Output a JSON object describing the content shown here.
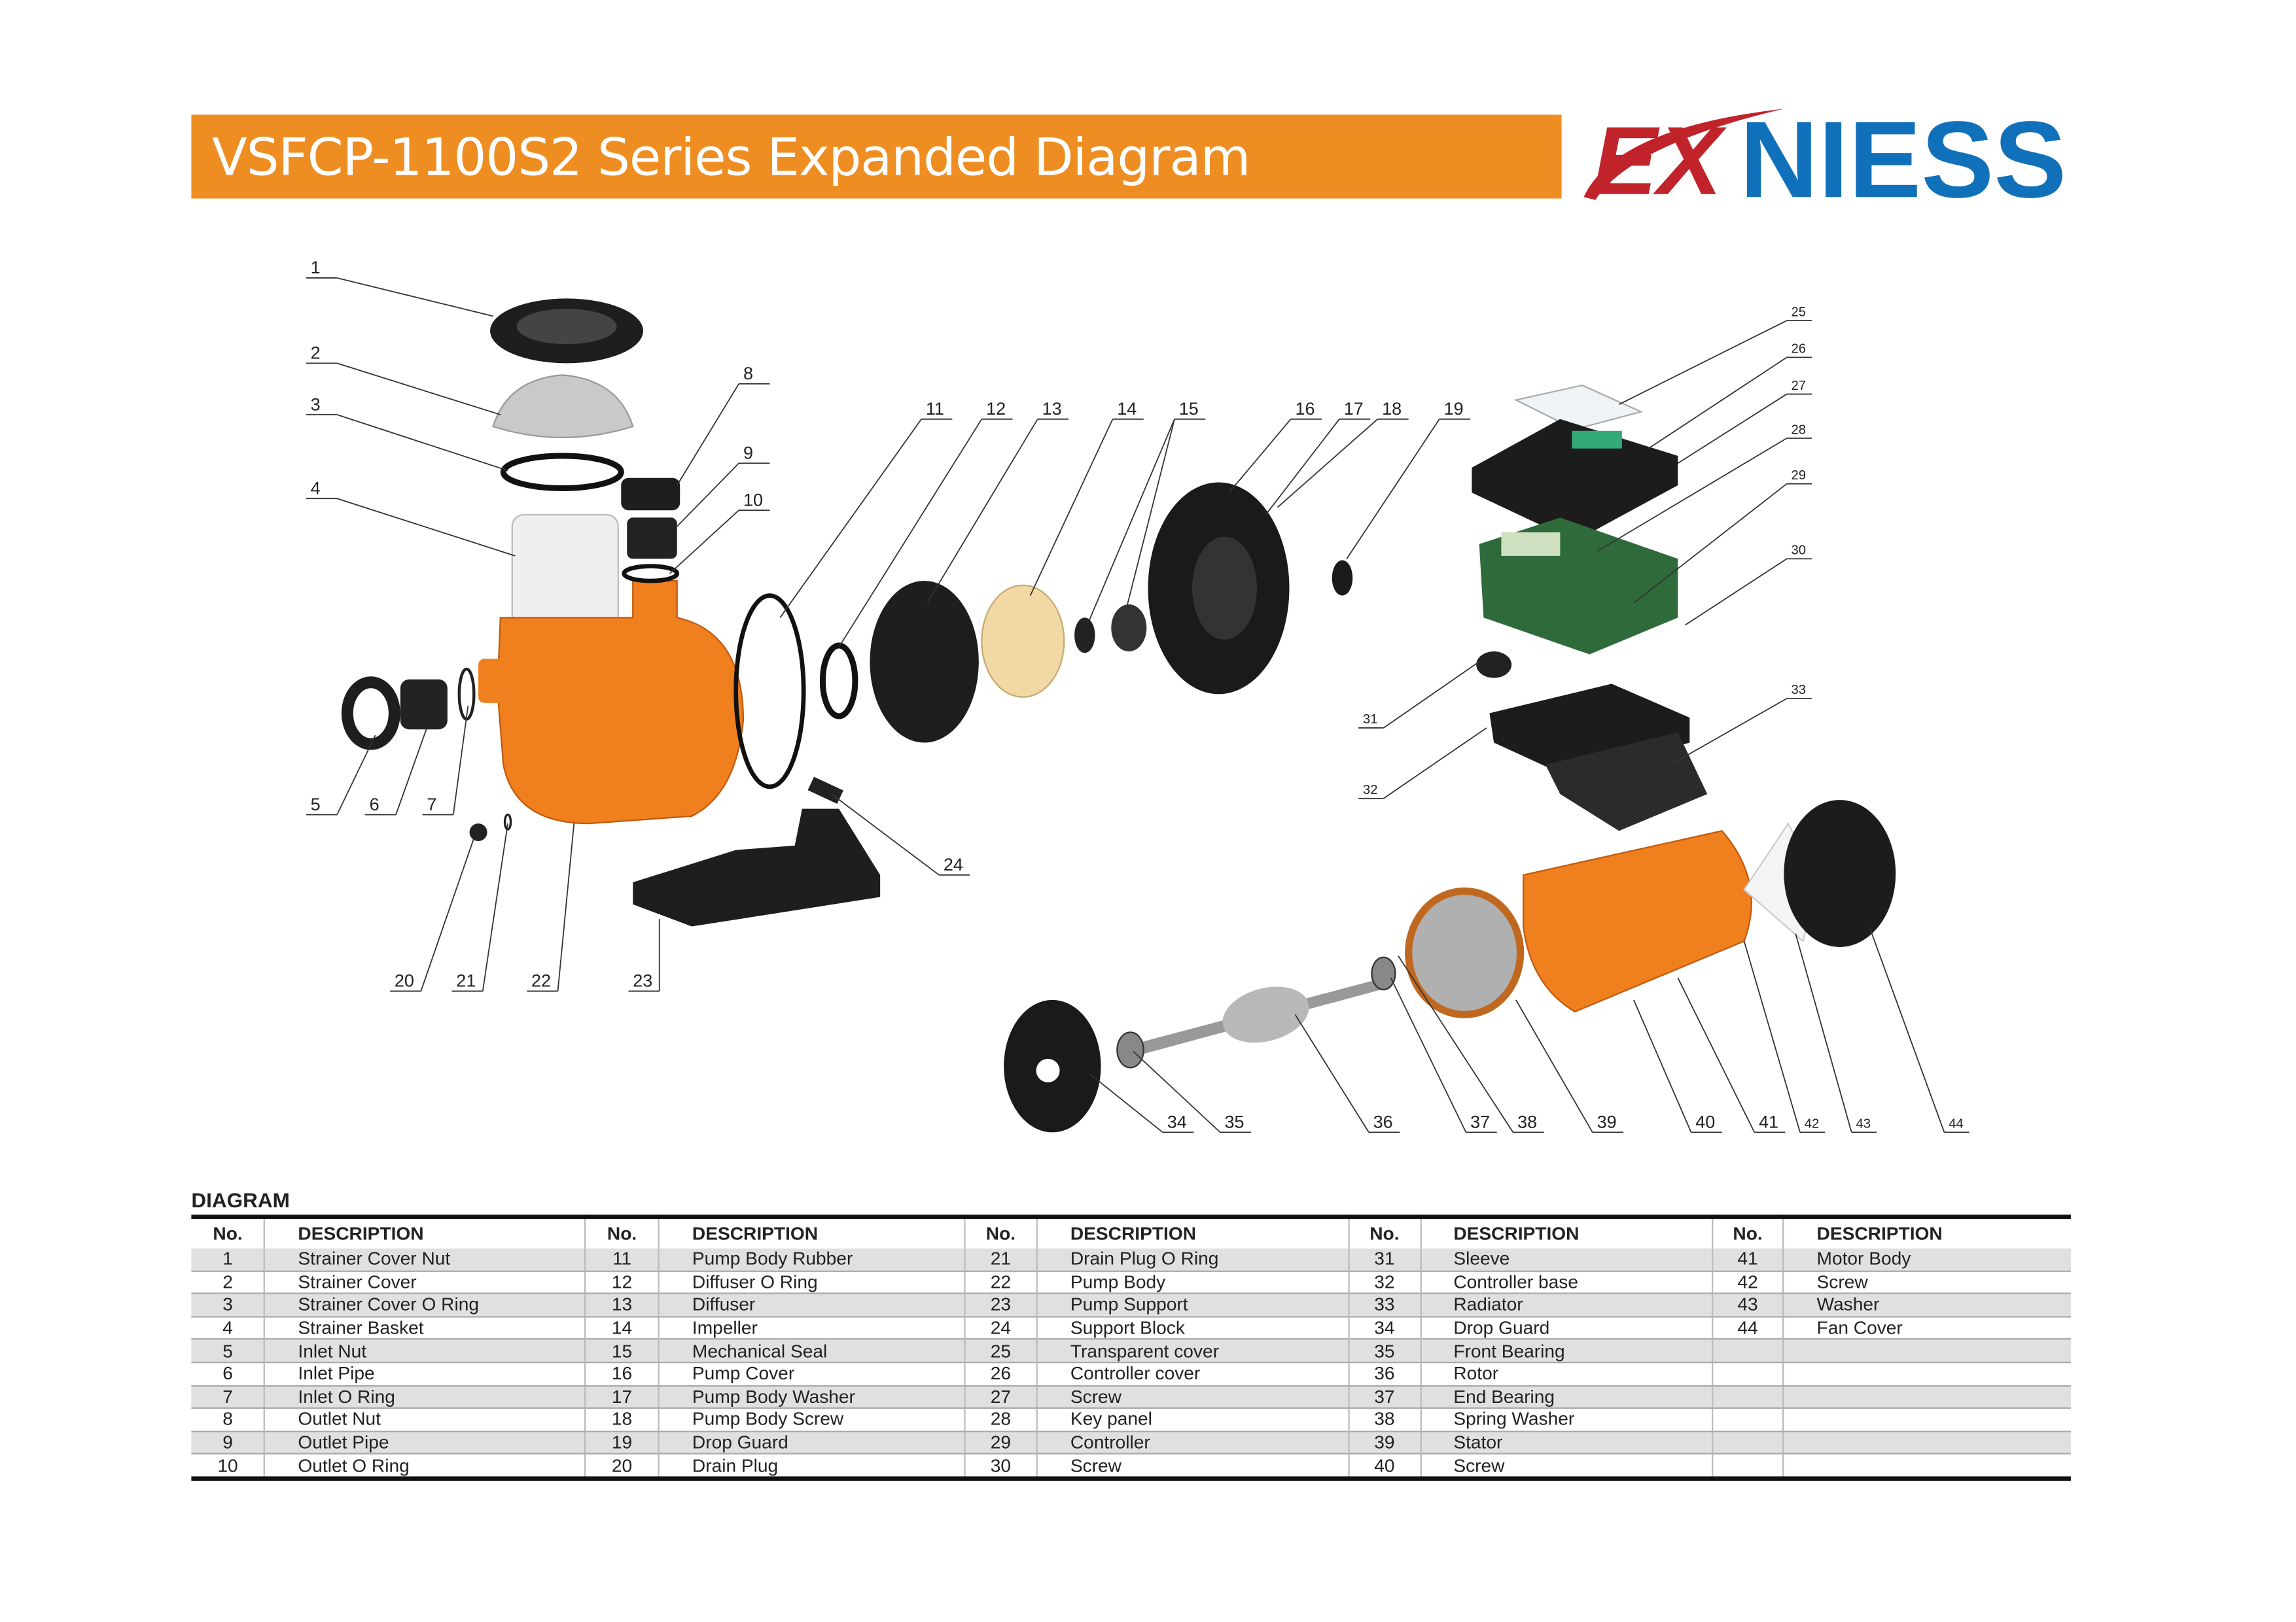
{
  "header": {
    "title": "VSFCP-1100S2 Series Expanded Diagram"
  },
  "logo": {
    "text_red": "EX",
    "text_blue": "NIESS",
    "colors": {
      "red": "#C0242A",
      "blue": "#1170BA",
      "orange": "#EE8E22"
    }
  },
  "callouts": [
    "1",
    "2",
    "3",
    "4",
    "5",
    "6",
    "7",
    "8",
    "9",
    "10",
    "11",
    "12",
    "13",
    "14",
    "15",
    "16",
    "17",
    "18",
    "19",
    "20",
    "21",
    "22",
    "23",
    "24",
    "25",
    "26",
    "27",
    "28",
    "29",
    "30",
    "31",
    "32",
    "33",
    "34",
    "35",
    "36",
    "37",
    "38",
    "39",
    "40",
    "41",
    "42",
    "43",
    "44"
  ],
  "table": {
    "title": "DIAGRAM",
    "headers": {
      "no": "No.",
      "desc": "DESCRIPTION"
    },
    "parts": [
      [
        "1",
        "Strainer Cover Nut"
      ],
      [
        "2",
        "Strainer Cover"
      ],
      [
        "3",
        "Strainer Cover O Ring"
      ],
      [
        "4",
        "Strainer Basket"
      ],
      [
        "5",
        "Inlet Nut"
      ],
      [
        "6",
        "Inlet Pipe"
      ],
      [
        "7",
        "Inlet O Ring"
      ],
      [
        "8",
        "Outlet Nut"
      ],
      [
        "9",
        "Outlet Pipe"
      ],
      [
        "10",
        "Outlet O Ring"
      ],
      [
        "11",
        "Pump Body Rubber"
      ],
      [
        "12",
        "Diffuser O Ring"
      ],
      [
        "13",
        "Diffuser"
      ],
      [
        "14",
        "Impeller"
      ],
      [
        "15",
        "Mechanical Seal"
      ],
      [
        "16",
        "Pump Cover"
      ],
      [
        "17",
        "Pump Body Washer"
      ],
      [
        "18",
        "Pump Body Screw"
      ],
      [
        "19",
        "Drop Guard"
      ],
      [
        "20",
        "Drain Plug"
      ],
      [
        "21",
        "Drain Plug O Ring"
      ],
      [
        "22",
        "Pump Body"
      ],
      [
        "23",
        "Pump Support"
      ],
      [
        "24",
        "Support Block"
      ],
      [
        "25",
        "Transparent cover"
      ],
      [
        "26",
        "Controller cover"
      ],
      [
        "27",
        "Screw"
      ],
      [
        "28",
        "Key panel"
      ],
      [
        "29",
        "Controller"
      ],
      [
        "30",
        "Screw"
      ],
      [
        "31",
        "Sleeve"
      ],
      [
        "32",
        "Controller base"
      ],
      [
        "33",
        "Radiator"
      ],
      [
        "34",
        "Drop Guard"
      ],
      [
        "35",
        "Front Bearing"
      ],
      [
        "36",
        "Rotor"
      ],
      [
        "37",
        "End Bearing"
      ],
      [
        "38",
        "Spring Washer"
      ],
      [
        "39",
        "Stator"
      ],
      [
        "40",
        "Screw"
      ],
      [
        "41",
        "Motor Body"
      ],
      [
        "42",
        "Screw"
      ],
      [
        "43",
        "Washer"
      ],
      [
        "44",
        "Fan  Cover"
      ]
    ]
  }
}
